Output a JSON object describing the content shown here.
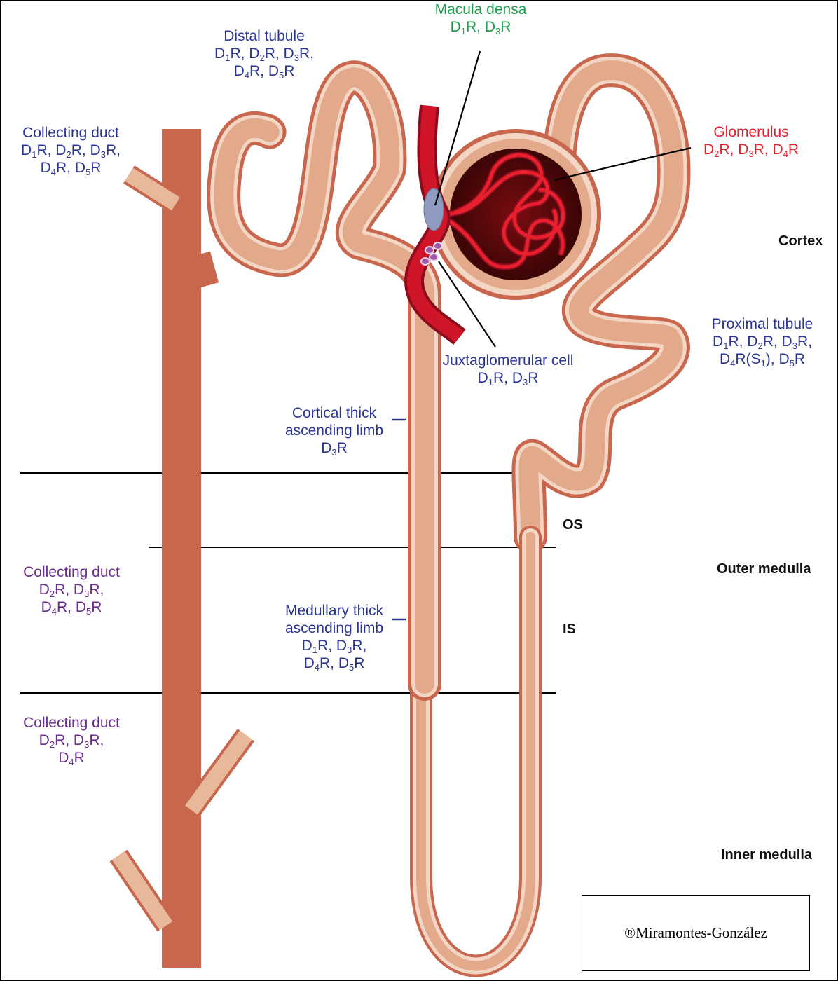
{
  "colors": {
    "blue": "#2b3593",
    "green": "#1c9c4a",
    "red": "#e8202e",
    "purple": "#6b2d8f",
    "tubule_fill": "#e8b89a",
    "tubule_wall": "#c8674d",
    "vessel": "#c5102a",
    "capsule_interior": "#5a0a0c"
  },
  "labels": {
    "macula_densa": {
      "name": "Macula densa",
      "receptors": [
        [
          "D",
          "1",
          "R, "
        ],
        [
          "D",
          "3",
          "R"
        ]
      ]
    },
    "distal_tubule": {
      "name": "Distal tubule",
      "receptors_line1": [
        [
          "D",
          "1",
          "R, "
        ],
        [
          "D",
          "2",
          "R, "
        ],
        [
          "D",
          "3",
          "R,"
        ]
      ],
      "receptors_line2": [
        [
          "D",
          "4",
          "R, "
        ],
        [
          "D",
          "5",
          "R"
        ]
      ]
    },
    "collecting_duct_cortex": {
      "name": "Collecting duct",
      "receptors_line1": [
        [
          "D",
          "1",
          "R, "
        ],
        [
          "D",
          "2",
          "R, "
        ],
        [
          "D",
          "3",
          "R,"
        ]
      ],
      "receptors_line2": [
        [
          "D",
          "4",
          "R, "
        ],
        [
          "D",
          "5",
          "R"
        ]
      ]
    },
    "glomerulus": {
      "name": "Glomerulus",
      "receptors": [
        [
          "D",
          "2",
          "R, "
        ],
        [
          "D",
          "3",
          "R, "
        ],
        [
          "D",
          "4",
          "R"
        ]
      ]
    },
    "proximal_tubule": {
      "name": "Proximal tubule",
      "receptors_line1": [
        [
          "D",
          "1",
          "R, "
        ],
        [
          "D",
          "2",
          "R, "
        ],
        [
          "D",
          "3",
          "R,"
        ]
      ],
      "receptors_line2": [
        [
          "D",
          "4",
          "R(S"
        ],
        [
          "",
          "1",
          "), "
        ],
        [
          "D",
          "5",
          "R"
        ]
      ]
    },
    "juxtaglomerular_cell": {
      "name": "Juxtaglomerular cell",
      "receptors": [
        [
          "D",
          "1",
          "R, "
        ],
        [
          "D",
          "3",
          "R"
        ]
      ]
    },
    "cortical_thick_ascending_limb": {
      "name_line1": "Cortical thick",
      "name_line2": "ascending limb",
      "receptors": [
        [
          "D",
          "3",
          "R"
        ]
      ]
    },
    "collecting_duct_outer_medulla": {
      "name": "Collecting duct",
      "receptors_line1": [
        [
          "D",
          "2",
          "R, "
        ],
        [
          "D",
          "3",
          "R,"
        ]
      ],
      "receptors_line2": [
        [
          "D",
          "4",
          "R, "
        ],
        [
          "D",
          "5",
          "R"
        ]
      ]
    },
    "medullary_thick_ascending_limb": {
      "name_line1": "Medullary thick",
      "name_line2": "ascending limb",
      "receptors_line1": [
        [
          "D",
          "1",
          "R, "
        ],
        [
          "D",
          "3",
          "R,"
        ]
      ],
      "receptors_line2": [
        [
          "D",
          "4",
          "R, "
        ],
        [
          "D",
          "5",
          "R"
        ]
      ]
    },
    "collecting_duct_inner_medulla": {
      "name": "Collecting duct",
      "receptors_line1": [
        [
          "D",
          "2",
          "R, "
        ],
        [
          "D",
          "3",
          "R,"
        ]
      ],
      "receptors_line2": [
        [
          "D",
          "4",
          "R"
        ]
      ]
    }
  },
  "zones": {
    "cortex": "Cortex",
    "os": "OS",
    "outer_medulla": "Outer medulla",
    "is": "IS",
    "inner_medulla": "Inner medulla"
  },
  "copyright": "®Miramontes-González"
}
